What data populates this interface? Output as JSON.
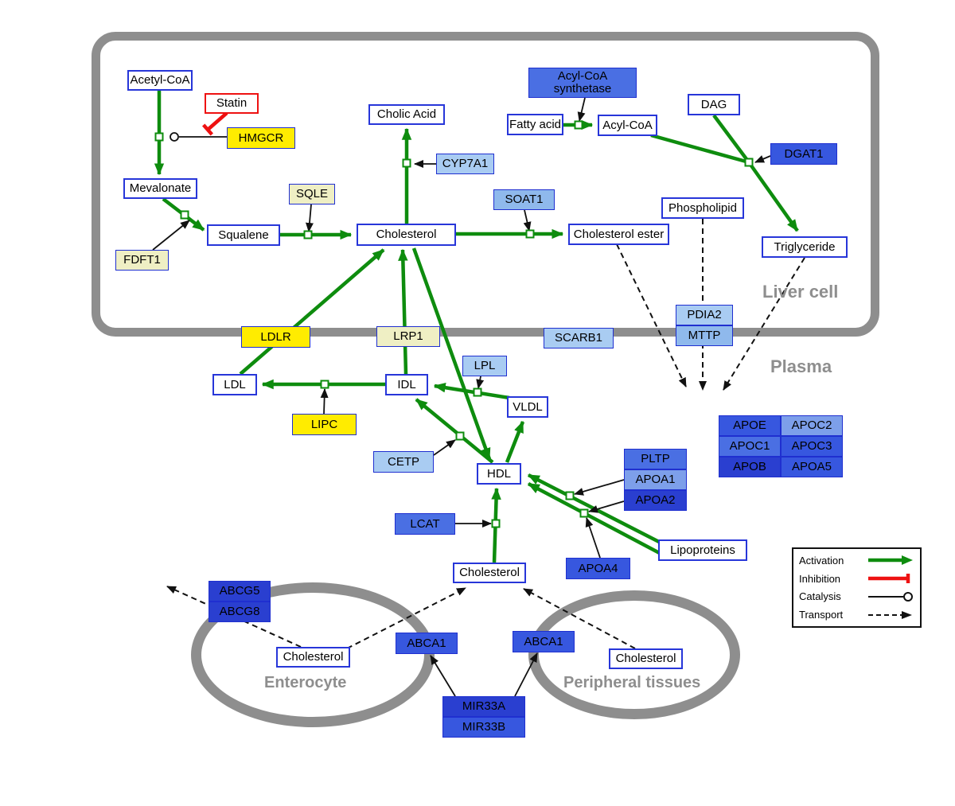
{
  "colors": {
    "activation_green": "#0e8c0e",
    "inhibition_red": "#ee1111",
    "membrane_gray": "#8e8e8e",
    "metabolite_border_blue": "#2736d9",
    "gene_yellow": "#ffec00",
    "gene_pale_yellow": "#efefc4",
    "gene_light_blue": "#a9ccf2",
    "gene_mid_blue": "#4a6fe3",
    "gene_blue": "#3757df",
    "gene_dark_blue": "#2a3fd0"
  },
  "compartments": {
    "liver": "Liver cell",
    "plasma": "Plasma",
    "enterocyte": "Enterocyte",
    "peripheral": "Peripheral tissues"
  },
  "nodes": {
    "acetyl_coa": "Acetyl-CoA",
    "statin": "Statin",
    "hmgcr": "HMGCR",
    "mevalonate": "Mevalonate",
    "fdft1": "FDFT1",
    "squalene": "Squalene",
    "sqle": "SQLE",
    "cholesterol": "Cholesterol",
    "cholic_acid": "Cholic Acid",
    "cyp7a1": "CYP7A1",
    "soat1": "SOAT1",
    "cholesterol_ester": "Cholesterol ester",
    "acyl_coa_synthetase": "Acyl-CoA synthetase",
    "fatty_acid": "Fatty acid",
    "acyl_coa": "Acyl-CoA",
    "dag": "DAG",
    "dgat1": "DGAT1",
    "phospholipid": "Phospholipid",
    "triglyceride": "Triglyceride",
    "pdia2": "PDIA2",
    "mttp": "MTTP",
    "ldlr": "LDLR",
    "lrp1": "LRP1",
    "scarb1": "SCARB1",
    "ldl": "LDL",
    "idl": "IDL",
    "lipc": "LIPC",
    "lpl": "LPL",
    "vldl": "VLDL",
    "cetp": "CETP",
    "hdl": "HDL",
    "lcat": "LCAT",
    "pltp": "PLTP",
    "apoa1": "APOA1",
    "apoa2": "APOA2",
    "apoa4": "APOA4",
    "lipoproteins": "Lipoproteins",
    "apoe": "APOE",
    "apoc2": "APOC2",
    "apoc1": "APOC1",
    "apoc3": "APOC3",
    "apob": "APOB",
    "apoa5": "APOA5",
    "cholesterol_plasma": "Cholesterol",
    "abcg5": "ABCG5",
    "abcg8": "ABCG8",
    "cholesterol_enterocyte": "Cholesterol",
    "abca1_enterocyte": "ABCA1",
    "abca1_peripheral": "ABCA1",
    "cholesterol_peripheral": "Cholesterol",
    "mir33a": "MIR33A",
    "mir33b": "MIR33B"
  },
  "legend": {
    "activation": "Activation",
    "inhibition": "Inhibition",
    "catalysis": "Catalysis",
    "transport": "Transport"
  }
}
